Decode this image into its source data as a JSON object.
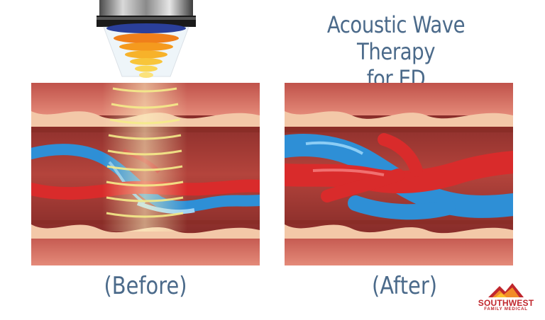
{
  "title": {
    "line1": "Acoustic Wave Therapy",
    "line2": "for ED"
  },
  "panels": {
    "before_label": "(Before)",
    "after_label": "(After)"
  },
  "logo": {
    "name": "SOUTHWEST",
    "subtitle": "FAMILY MEDICAL"
  },
  "colors": {
    "title_text": "#4b6a8a",
    "artery": "#d92b2b",
    "vein": "#2e8fd6",
    "tissue": "#b8453e",
    "wave": "#f5ec8a",
    "logo": "#c0272d"
  },
  "icons": [
    "shockwave-probe-icon",
    "mountain-logo-icon"
  ]
}
